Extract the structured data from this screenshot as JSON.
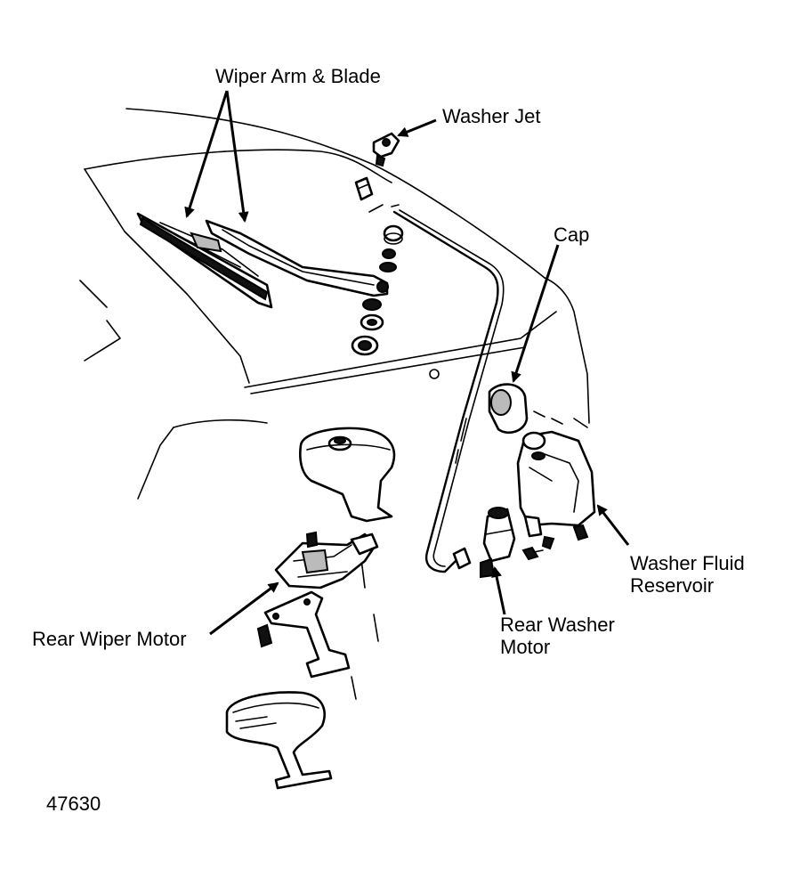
{
  "labels": {
    "wiper_arm_blade": "Wiper Arm & Blade",
    "washer_jet": "Washer Jet",
    "cap": "Cap",
    "washer_fluid_reservoir_line1": "Washer Fluid",
    "washer_fluid_reservoir_line2": "Reservoir",
    "rear_wiper_motor": "Rear Wiper Motor",
    "rear_washer_motor_line1": "Rear Washer",
    "rear_washer_motor_line2": "Motor",
    "figure_number": "47630"
  },
  "colors": {
    "ink": "#000000",
    "background": "#ffffff"
  }
}
